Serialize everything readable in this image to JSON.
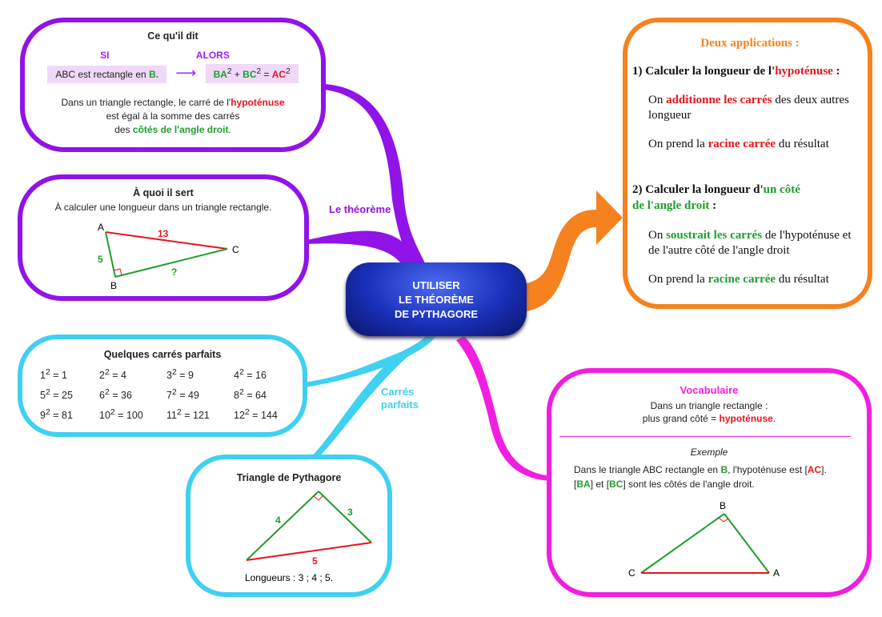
{
  "center": {
    "line1": "UTILISER",
    "line2": "LE THÉORÈME",
    "line3": "DE PYTHAGORE"
  },
  "branches": {
    "theoreme": "Le théorème",
    "carres_1": "Carrés",
    "carres_2": "parfaits"
  },
  "box_dit": {
    "title": "Ce qu'il dit",
    "si": "SI",
    "alors": "ALORS",
    "condition": "ABC est rectangle en ",
    "condition_b": "B.",
    "arrow": "⟶",
    "formula": [
      "BA",
      "2",
      " + ",
      "BC",
      "2",
      " = ",
      "AC",
      "2"
    ],
    "text1": "Dans un triangle rectangle, le carré de l'",
    "text1_red": "hypoténuse",
    "text2": "est égal à la somme des carrés",
    "text3": "des ",
    "text3_green": "côtés de l'angle droit",
    "text3_end": "."
  },
  "box_sert": {
    "title": "À quoi il sert",
    "text": "À calculer une longueur dans un triangle rectangle.",
    "A": "A",
    "B": "B",
    "C": "C",
    "ac": "13",
    "ab": "5",
    "bc": "?"
  },
  "box_carres": {
    "title": "Quelques carrés parfaits",
    "items": [
      [
        "1",
        "1"
      ],
      [
        "2",
        "4"
      ],
      [
        "3",
        "9"
      ],
      [
        "4",
        "16"
      ],
      [
        "5",
        "25"
      ],
      [
        "6",
        "36"
      ],
      [
        "7",
        "49"
      ],
      [
        "8",
        "64"
      ],
      [
        "9",
        "81"
      ],
      [
        "10",
        "100"
      ],
      [
        "11",
        "121"
      ],
      [
        "12",
        "144"
      ]
    ]
  },
  "box_triangle": {
    "title": "Triangle de Pythagore",
    "a": "4",
    "b": "3",
    "c": "5",
    "caption": "Longueurs : 3 ; 4 ; 5."
  },
  "box_vocab": {
    "title": "Vocabulaire",
    "line1": "Dans un triangle rectangle :",
    "line2": "plus grand côté = ",
    "line2_red": "hypoténuse",
    "line2_end": ".",
    "exemple": "Exemple",
    "ex1": "Dans le triangle ABC rectangle en ",
    "ex1_b": "B",
    ",": ",",
    "ex1_mid": " l'hypoténuse est [",
    "ex1_ac": "AC",
    "ex1_end": "].",
    "ex2_a": "[",
    "ex2_ba": "BA",
    "ex2_b": "] et [",
    "ex2_bc": "BC",
    "ex2_end": "] sont les côtés de l'angle droit.",
    "A": "A",
    "B": "B",
    "C": "C"
  },
  "box_apps": {
    "title": "Deux applications :",
    "h1": "1)  Calculer la longueur de l'",
    "h1_red": "hypoténuse",
    "h1_end": " :",
    "p1a": "On ",
    "p1a_red": "additionne les carrés",
    "p1a_end": " des deux autres longueur",
    "p1b": "On prend la ",
    "p1b_red": "racine carrée",
    "p1b_end": " du résultat",
    "h2": "2)  Calculer la longueur d'",
    "h2_green": "un côté de l'angle droit",
    "h2_end": " :",
    "p2a": "On ",
    "p2a_green": "soustrait les carrés",
    "p2a_end": " de l'hypoténuse et de l'autre côté de l'angle droit",
    "p2b": "On prend la ",
    "p2b_green": "racine carrée",
    "p2b_end": " du résultat"
  },
  "colors": {
    "purple": "#9013e8",
    "cyan": "#3fd0f2",
    "magenta": "#f01fe0",
    "orange": "#f5821f",
    "blue": "#1a2fb8"
  }
}
